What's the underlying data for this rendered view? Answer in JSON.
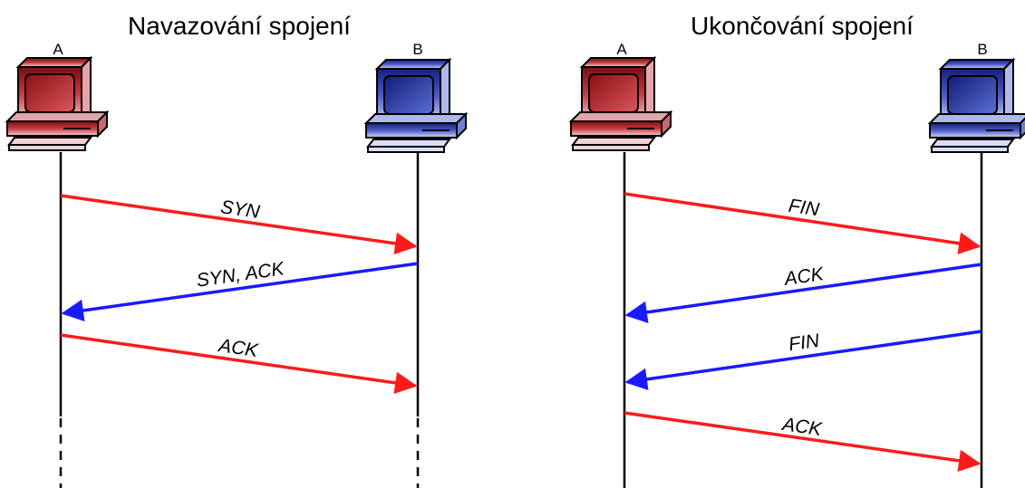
{
  "colors": {
    "host_a": "#b0222a",
    "host_b": "#2a3aa8",
    "arrow_a_to_b": "#ff1a1a",
    "arrow_b_to_a": "#1a1aff"
  },
  "icons": [
    "desktop-computer-icon"
  ],
  "panels": [
    {
      "title": "Navazování spojení",
      "host_a": "A",
      "host_b": "B",
      "messages": [
        {
          "label": "SYN",
          "direction": "A→B"
        },
        {
          "label": "SYN, ACK",
          "direction": "B→A"
        },
        {
          "label": "ACK",
          "direction": "A→B"
        }
      ]
    },
    {
      "title": "Ukončování spojení",
      "host_a": "A",
      "host_b": "B",
      "messages": [
        {
          "label": "FIN",
          "direction": "A→B"
        },
        {
          "label": "ACK",
          "direction": "B→A"
        },
        {
          "label": "FIN",
          "direction": "B→A"
        },
        {
          "label": "ACK",
          "direction": "A→B"
        }
      ]
    }
  ]
}
